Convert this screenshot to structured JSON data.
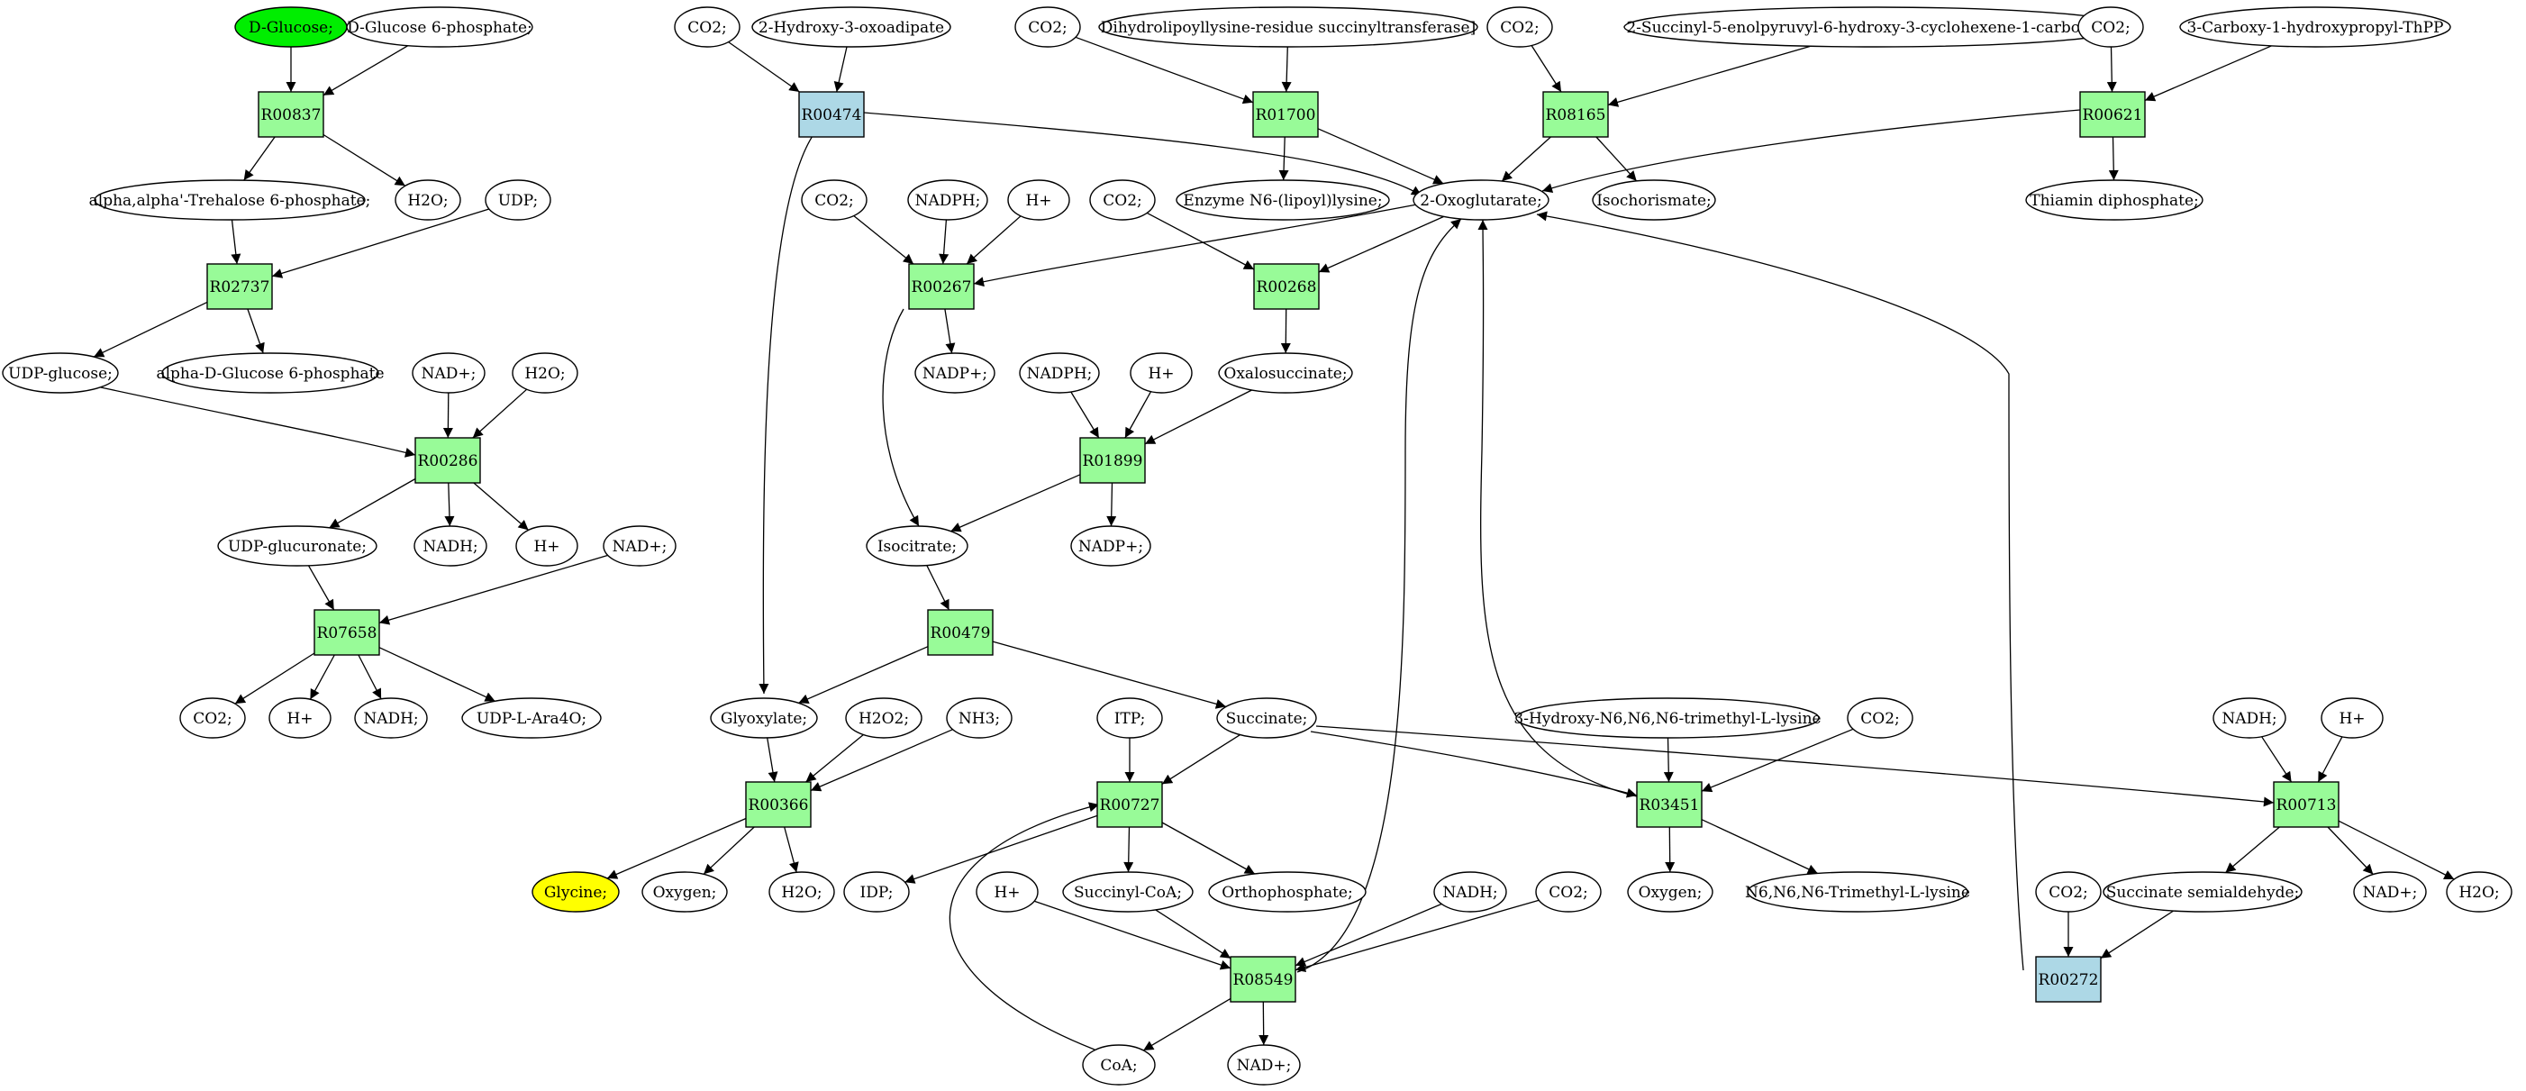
{
  "colors": {
    "reaction": "#98fb98",
    "reaction_alt": "#add8e6",
    "source": "#00ee00",
    "target": "#ffff00",
    "compound": "#ffffff",
    "line": "#000000"
  },
  "nodes": [
    {
      "id": "dglucose",
      "label": "D-Glucose;",
      "shape": "ellipse",
      "fill": "source"
    },
    {
      "id": "dg6p",
      "label": "D-Glucose 6-phosphate;",
      "shape": "ellipse"
    },
    {
      "id": "R00837",
      "label": "R00837",
      "shape": "box"
    },
    {
      "id": "trehalose6p",
      "label": "alpha,alpha'-Trehalose 6-phosphate;",
      "shape": "ellipse"
    },
    {
      "id": "h2o_1",
      "label": "H2O;",
      "shape": "ellipse"
    },
    {
      "id": "udp_1",
      "label": "UDP;",
      "shape": "ellipse"
    },
    {
      "id": "R02737",
      "label": "R02737",
      "shape": "box"
    },
    {
      "id": "udpglucose",
      "label": "UDP-glucose;",
      "shape": "ellipse"
    },
    {
      "id": "adg6p",
      "label": "alpha-D-Glucose 6-phosphate",
      "shape": "ellipse"
    },
    {
      "id": "nadp_286",
      "label": "NAD+;",
      "shape": "ellipse"
    },
    {
      "id": "h2o_286",
      "label": "H2O;",
      "shape": "ellipse"
    },
    {
      "id": "R00286",
      "label": "R00286",
      "shape": "box"
    },
    {
      "id": "udpglucuronate",
      "label": "UDP-glucuronate;",
      "shape": "ellipse"
    },
    {
      "id": "nadh_286",
      "label": "NADH;",
      "shape": "ellipse"
    },
    {
      "id": "h_286",
      "label": "H+",
      "shape": "ellipse"
    },
    {
      "id": "nad_7658",
      "label": "NAD+;",
      "shape": "ellipse"
    },
    {
      "id": "R07658",
      "label": "R07658",
      "shape": "box"
    },
    {
      "id": "co2_7658",
      "label": "CO2;",
      "shape": "ellipse"
    },
    {
      "id": "h_7658",
      "label": "H+",
      "shape": "ellipse"
    },
    {
      "id": "nadh_7658",
      "label": "NADH;",
      "shape": "ellipse"
    },
    {
      "id": "udpara",
      "label": "UDP-L-Ara4O;",
      "shape": "ellipse"
    },
    {
      "id": "co2_474",
      "label": "CO2;",
      "shape": "ellipse"
    },
    {
      "id": "hydroxyoxo",
      "label": "2-Hydroxy-3-oxoadipate",
      "shape": "ellipse"
    },
    {
      "id": "R00474",
      "label": "R00474",
      "shape": "box",
      "fill": "reaction_alt"
    },
    {
      "id": "co2_1700",
      "label": "CO2;",
      "shape": "ellipse"
    },
    {
      "id": "dihydro",
      "label": "Dihydrolipoyllysine-residue succinyltransferase]",
      "shape": "ellipse"
    },
    {
      "id": "R01700",
      "label": "R01700",
      "shape": "box"
    },
    {
      "id": "enzyme",
      "label": "Enzyme N6-(lipoyl)lysine;",
      "shape": "ellipse"
    },
    {
      "id": "co2_8165",
      "label": "CO2;",
      "shape": "ellipse"
    },
    {
      "id": "succinylenol",
      "label": "2-Succinyl-5-enolpyruvyl-6-hydroxy-3-cyclohexene-1-carboxylate",
      "shape": "ellipse"
    },
    {
      "id": "R08165",
      "label": "R08165",
      "shape": "box"
    },
    {
      "id": "isochorismate",
      "label": "Isochorismate;",
      "shape": "ellipse"
    },
    {
      "id": "co2_621",
      "label": "CO2;",
      "shape": "ellipse"
    },
    {
      "id": "carboxy",
      "label": "3-Carboxy-1-hydroxypropyl-ThPP",
      "shape": "ellipse"
    },
    {
      "id": "R00621",
      "label": "R00621",
      "shape": "box"
    },
    {
      "id": "thiamin",
      "label": "Thiamin diphosphate;",
      "shape": "ellipse"
    },
    {
      "id": "oxoglutarate",
      "label": "2-Oxoglutarate;",
      "shape": "ellipse"
    },
    {
      "id": "co2_267",
      "label": "CO2;",
      "shape": "ellipse"
    },
    {
      "id": "nadph_267",
      "label": "NADPH;",
      "shape": "ellipse"
    },
    {
      "id": "h_267",
      "label": "H+",
      "shape": "ellipse"
    },
    {
      "id": "R00267",
      "label": "R00267",
      "shape": "box"
    },
    {
      "id": "nadp_267",
      "label": "NADP+;",
      "shape": "ellipse"
    },
    {
      "id": "co2_268",
      "label": "CO2;",
      "shape": "ellipse"
    },
    {
      "id": "R00268",
      "label": "R00268",
      "shape": "box"
    },
    {
      "id": "oxalosuccinate",
      "label": "Oxalosuccinate;",
      "shape": "ellipse"
    },
    {
      "id": "nadph_1899",
      "label": "NADPH;",
      "shape": "ellipse"
    },
    {
      "id": "h_1899",
      "label": "H+",
      "shape": "ellipse"
    },
    {
      "id": "R01899",
      "label": "R01899",
      "shape": "box"
    },
    {
      "id": "isocitrate",
      "label": "Isocitrate;",
      "shape": "ellipse"
    },
    {
      "id": "nadp_1899",
      "label": "NADP+;",
      "shape": "ellipse"
    },
    {
      "id": "R00479",
      "label": "R00479",
      "shape": "box"
    },
    {
      "id": "glyoxylate",
      "label": "Glyoxylate;",
      "shape": "ellipse"
    },
    {
      "id": "succinate",
      "label": "Succinate;",
      "shape": "ellipse"
    },
    {
      "id": "h2o2",
      "label": "H2O2;",
      "shape": "ellipse"
    },
    {
      "id": "nh3",
      "label": "NH3;",
      "shape": "ellipse"
    },
    {
      "id": "R00366",
      "label": "R00366",
      "shape": "box"
    },
    {
      "id": "glycine",
      "label": "Glycine;",
      "shape": "ellipse",
      "fill": "target"
    },
    {
      "id": "oxygen_366",
      "label": "Oxygen;",
      "shape": "ellipse"
    },
    {
      "id": "h2o_366",
      "label": "H2O;",
      "shape": "ellipse"
    },
    {
      "id": "itp",
      "label": "ITP;",
      "shape": "ellipse"
    },
    {
      "id": "R00727",
      "label": "R00727",
      "shape": "box"
    },
    {
      "id": "idp",
      "label": "IDP;",
      "shape": "ellipse"
    },
    {
      "id": "succinylcoa",
      "label": "Succinyl-CoA;",
      "shape": "ellipse"
    },
    {
      "id": "orthophosphate",
      "label": "Orthophosphate;",
      "shape": "ellipse"
    },
    {
      "id": "h_8549",
      "label": "H+",
      "shape": "ellipse"
    },
    {
      "id": "nadh_8549",
      "label": "NADH;",
      "shape": "ellipse"
    },
    {
      "id": "co2_8549",
      "label": "CO2;",
      "shape": "ellipse"
    },
    {
      "id": "R08549",
      "label": "R08549",
      "shape": "box"
    },
    {
      "id": "coa",
      "label": "CoA;",
      "shape": "ellipse"
    },
    {
      "id": "nad_8549",
      "label": "NAD+;",
      "shape": "ellipse"
    },
    {
      "id": "hydroxytrimethyl",
      "label": "3-Hydroxy-N6,N6,N6-trimethyl-L-lysine",
      "shape": "ellipse"
    },
    {
      "id": "co2_3451",
      "label": "CO2;",
      "shape": "ellipse"
    },
    {
      "id": "R03451",
      "label": "R03451",
      "shape": "box"
    },
    {
      "id": "oxygen_3451",
      "label": "Oxygen;",
      "shape": "ellipse"
    },
    {
      "id": "trimethyllysine",
      "label": "N6,N6,N6-Trimethyl-L-lysine",
      "shape": "ellipse"
    },
    {
      "id": "nadh_713",
      "label": "NADH;",
      "shape": "ellipse"
    },
    {
      "id": "h_713",
      "label": "H+",
      "shape": "ellipse"
    },
    {
      "id": "R00713",
      "label": "R00713",
      "shape": "box"
    },
    {
      "id": "succsemialdehyde",
      "label": "Succinate semialdehyde;",
      "shape": "ellipse"
    },
    {
      "id": "nad_713",
      "label": "NAD+;",
      "shape": "ellipse"
    },
    {
      "id": "h2o_713",
      "label": "H2O;",
      "shape": "ellipse"
    },
    {
      "id": "co2_272",
      "label": "CO2;",
      "shape": "ellipse"
    },
    {
      "id": "R00272",
      "label": "R00272",
      "shape": "box",
      "fill": "reaction_alt"
    }
  ],
  "edges": [
    [
      "dglucose",
      "R00837"
    ],
    [
      "dg6p",
      "R00837"
    ],
    [
      "R00837",
      "trehalose6p"
    ],
    [
      "R00837",
      "h2o_1"
    ],
    [
      "trehalose6p",
      "R02737"
    ],
    [
      "udp_1",
      "R02737"
    ],
    [
      "R02737",
      "udpglucose"
    ],
    [
      "R02737",
      "adg6p"
    ],
    [
      "udpglucose",
      "R00286"
    ],
    [
      "nadp_286",
      "R00286"
    ],
    [
      "h2o_286",
      "R00286"
    ],
    [
      "R00286",
      "udpglucuronate"
    ],
    [
      "R00286",
      "nadh_286"
    ],
    [
      "R00286",
      "h_286"
    ],
    [
      "udpglucuronate",
      "R07658"
    ],
    [
      "nad_7658",
      "R07658"
    ],
    [
      "R07658",
      "co2_7658"
    ],
    [
      "R07658",
      "h_7658"
    ],
    [
      "R07658",
      "nadh_7658"
    ],
    [
      "R07658",
      "udpara"
    ],
    [
      "co2_474",
      "R00474"
    ],
    [
      "hydroxyoxo",
      "R00474"
    ],
    [
      "R00474",
      "oxoglutarate"
    ],
    [
      "R00474",
      "glyoxylate"
    ],
    [
      "co2_1700",
      "R01700"
    ],
    [
      "dihydro",
      "R01700"
    ],
    [
      "R01700",
      "enzyme"
    ],
    [
      "R01700",
      "oxoglutarate"
    ],
    [
      "co2_8165",
      "R08165"
    ],
    [
      "succinylenol",
      "R08165"
    ],
    [
      "R08165",
      "oxoglutarate"
    ],
    [
      "R08165",
      "isochorismate"
    ],
    [
      "co2_621",
      "R00621"
    ],
    [
      "carboxy",
      "R00621"
    ],
    [
      "R00621",
      "oxoglutarate"
    ],
    [
      "R00621",
      "thiamin"
    ],
    [
      "co2_267",
      "R00267"
    ],
    [
      "nadph_267",
      "R00267"
    ],
    [
      "h_267",
      "R00267"
    ],
    [
      "oxoglutarate",
      "R00267"
    ],
    [
      "R00267",
      "nadp_267"
    ],
    [
      "R00267",
      "isocitrate"
    ],
    [
      "co2_268",
      "R00268"
    ],
    [
      "oxoglutarate",
      "R00268"
    ],
    [
      "R00268",
      "oxalosuccinate"
    ],
    [
      "nadph_1899",
      "R01899"
    ],
    [
      "h_1899",
      "R01899"
    ],
    [
      "oxalosuccinate",
      "R01899"
    ],
    [
      "R01899",
      "isocitrate"
    ],
    [
      "R01899",
      "nadp_1899"
    ],
    [
      "isocitrate",
      "R00479"
    ],
    [
      "R00479",
      "glyoxylate"
    ],
    [
      "R00479",
      "succinate"
    ],
    [
      "glyoxylate",
      "R00366"
    ],
    [
      "h2o2",
      "R00366"
    ],
    [
      "nh3",
      "R00366"
    ],
    [
      "R00366",
      "glycine"
    ],
    [
      "R00366",
      "oxygen_366"
    ],
    [
      "R00366",
      "h2o_366"
    ],
    [
      "itp",
      "R00727"
    ],
    [
      "succinate",
      "R00727"
    ],
    [
      "coa",
      "R00727"
    ],
    [
      "R00727",
      "idp"
    ],
    [
      "R00727",
      "succinylcoa"
    ],
    [
      "R00727",
      "orthophosphate"
    ],
    [
      "h_8549",
      "R08549"
    ],
    [
      "succinylcoa",
      "R08549"
    ],
    [
      "nadh_8549",
      "R08549"
    ],
    [
      "co2_8549",
      "R08549"
    ],
    [
      "R08549",
      "coa"
    ],
    [
      "R08549",
      "nad_8549"
    ],
    [
      "R08549",
      "oxoglutarate"
    ],
    [
      "hydroxytrimethyl",
      "R03451"
    ],
    [
      "co2_3451",
      "R03451"
    ],
    [
      "succinate",
      "R03451"
    ],
    [
      "R03451",
      "oxygen_3451"
    ],
    [
      "R03451",
      "trimethyllysine"
    ],
    [
      "R03451",
      "oxoglutarate"
    ],
    [
      "nadh_713",
      "R00713"
    ],
    [
      "h_713",
      "R00713"
    ],
    [
      "succinate",
      "R00713"
    ],
    [
      "R00713",
      "succsemialdehyde"
    ],
    [
      "R00713",
      "nad_713"
    ],
    [
      "R00713",
      "h2o_713"
    ],
    [
      "co2_272",
      "R00272"
    ],
    [
      "succsemialdehyde",
      "R00272"
    ],
    [
      "R00272",
      "oxoglutarate"
    ]
  ]
}
